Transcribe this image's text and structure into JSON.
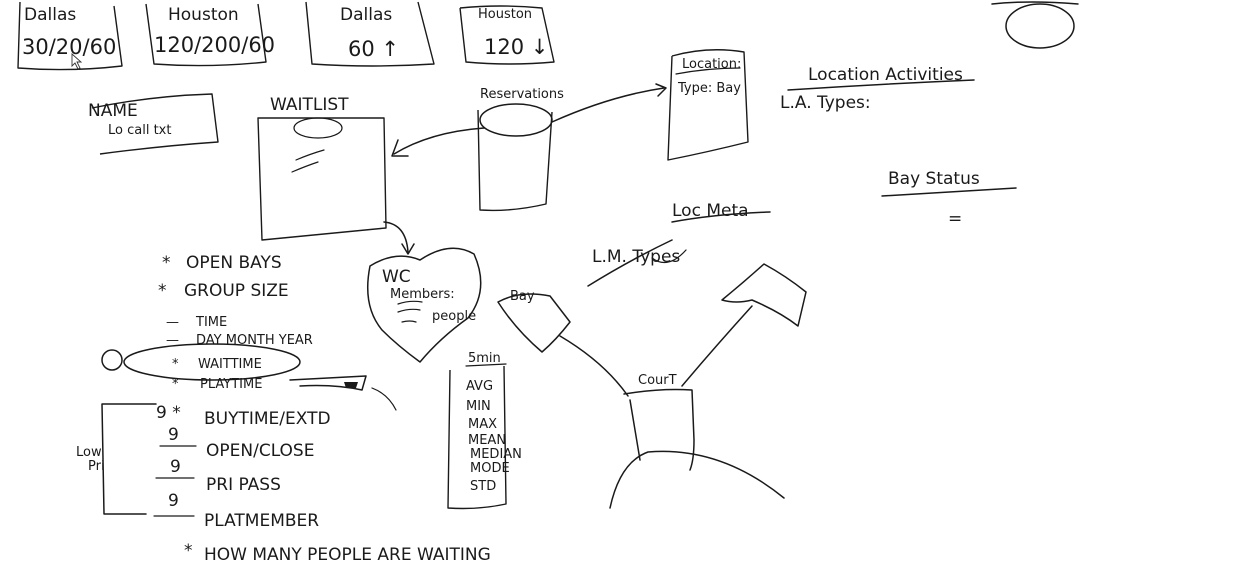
{
  "cards": [
    {
      "city": "Dallas",
      "value": "30/20/60"
    },
    {
      "city": "Houston",
      "value": "120/200/60"
    },
    {
      "city": "Dallas",
      "value": "60 ↑"
    },
    {
      "city": "Houston",
      "value": "120 ↓"
    }
  ],
  "name_box": {
    "title": "NAME",
    "subtitle": "Lo call txt"
  },
  "waitlist": {
    "label": "WAITLIST"
  },
  "reservations": {
    "label": "Reservations"
  },
  "location": {
    "line1": "Location:",
    "line2": "Type: Bay"
  },
  "location_activities": {
    "title": "Location Activities",
    "types": "L.A. Types:"
  },
  "bay_status": {
    "title": "Bay Status",
    "marks": "="
  },
  "loc_meta": {
    "title": "Loc Meta",
    "types": "L.M. Types"
  },
  "wc_blob": {
    "line1": "WC",
    "line2": "Members:",
    "line3": "people"
  },
  "bay_label": "Bay",
  "court_label": "CourT",
  "criteria": [
    {
      "marker": "*",
      "text": "OPEN BAYS"
    },
    {
      "marker": "*",
      "text": "GROUP SIZE"
    },
    {
      "marker": "—",
      "text": "TIME"
    },
    {
      "marker": "—",
      "text": "DAY MONTH YEAR"
    },
    {
      "marker": "*",
      "text": "WAITTIME"
    },
    {
      "marker": "*",
      "text": "PLAYTIME"
    }
  ],
  "priority_items": [
    {
      "marker": "9 *",
      "text": "BUYTIME/EXTD"
    },
    {
      "marker": "9",
      "text": "OPEN/CLOSE"
    },
    {
      "marker": "9",
      "text": "PRI PASS"
    },
    {
      "marker": "9",
      "text": "PLATMEMBER"
    }
  ],
  "low_pri_label": {
    "line1": "Low",
    "line2": "Pri"
  },
  "how_many": {
    "marker": "*",
    "text": "HOW MANY PEOPLE ARE WAITING"
  },
  "stats": {
    "title": "5min",
    "items": [
      "AVG",
      "MIN",
      "MAX",
      "MEAN",
      "MEDIAN",
      "MODE",
      "STD"
    ]
  }
}
